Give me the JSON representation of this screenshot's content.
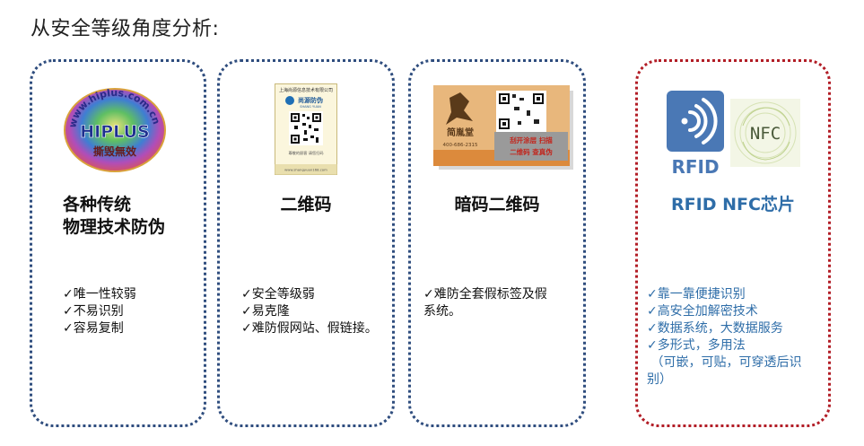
{
  "page": {
    "title": "从安全等级角度分析:"
  },
  "cards": [
    {
      "heading_lines": [
        "各种传统",
        "物理技术防伪"
      ],
      "bullets": [
        "✓唯一性较弱",
        "✓不易识别",
        "✓容易复制"
      ],
      "image": {
        "ring_text": "www.hiplus.com.cn",
        "main_text": "HIPLUS",
        "sub_text": "撕毁無效"
      }
    },
    {
      "heading_lines": [
        "二维码"
      ],
      "bullets": [
        "✓安全等级弱",
        "✓易克隆",
        "✓难防假网站、假链接。"
      ],
      "image": {
        "company": "上海尚源信息技术有限公司",
        "brand": "尚源防伪",
        "brand_en": "SHANG YUAN",
        "caption": "尊敬的顾客 请您扫码",
        "footer": "www.shangyuan168.com"
      }
    },
    {
      "heading_lines": [
        "暗码二维码"
      ],
      "bullets": [
        "✓难防全套假标签及假",
        "系统。"
      ],
      "image": {
        "logo_text": "简胤堂",
        "phone": "400-686-2315",
        "scratch_line1": "刮开涂层 扫描",
        "scratch_line2": "二维码 查真伪"
      }
    },
    {
      "heading_lines": [
        "RFID NFC芯片"
      ],
      "bullets": [
        "✓靠一靠便捷识别",
        "✓高安全加解密技术",
        "✓数据系统，大数据服务",
        "✓多形式，多用法",
        " （可嵌，可贴，可穿透后识",
        "别）"
      ],
      "image": {
        "rfid_text": "RFID",
        "nfc_text": "NFC"
      }
    }
  ],
  "colors": {
    "card_border": "#2f4d7e",
    "card_border_highlight": "#b21d26",
    "accent_blue": "#2e6da8",
    "rfid_blue": "#4a78b5"
  }
}
